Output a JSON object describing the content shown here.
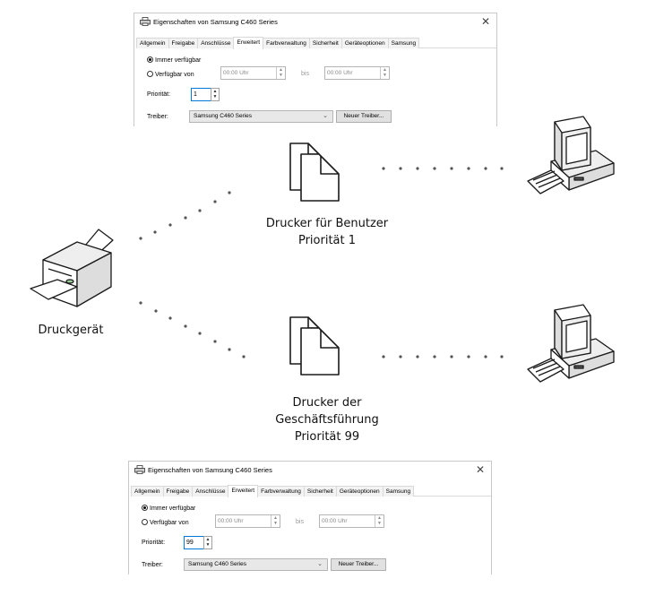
{
  "dialog_top": {
    "title": "Eigenschaften von Samsung C460 Series",
    "tabs": [
      "Allgemein",
      "Freigabe",
      "Anschlüsse",
      "Erweitert",
      "Farbverwaltung",
      "Sicherheit",
      "Geräteoptionen",
      "Samsung"
    ],
    "active_tab": "Erweitert",
    "always_label": "Immer verfügbar",
    "from_label": "Verfügbar von",
    "time_from": "00:00 Uhr",
    "bis": "bis",
    "time_to": "00:00 Uhr",
    "priority_label": "Priorität:",
    "priority_value": "1",
    "driver_label": "Treiber:",
    "driver_value": "Samsung C460 Series",
    "new_driver_button": "Neuer Treiber..."
  },
  "dialog_bottom": {
    "title": "Eigenschaften von Samsung C460 Series",
    "tabs": [
      "Allgemein",
      "Freigabe",
      "Anschlüsse",
      "Erweitert",
      "Farbverwaltung",
      "Sicherheit",
      "Geräteoptionen",
      "Samsung"
    ],
    "active_tab": "Erweitert",
    "always_label": "Immer verfügbar",
    "from_label": "Verfügbar von",
    "time_from": "00:00 Uhr",
    "bis": "bis",
    "time_to": "00:00 Uhr",
    "priority_label": "Priorität:",
    "priority_value": "99",
    "driver_label": "Treiber:",
    "driver_value": "Samsung C460 Series",
    "new_driver_button": "Neuer Treiber..."
  },
  "device_label": "Druckgerät",
  "printer_top": {
    "line1": "Drucker für Benutzer",
    "line2": "Priorität 1"
  },
  "printer_bottom": {
    "line1": "Drucker der",
    "line2": "Geschäftsführung",
    "line3": "Priorität 99"
  },
  "icons": {
    "device": "printer-device-icon",
    "logical_printer": "documents-icon",
    "client": "computer-icon",
    "close": "close-icon",
    "title": "printer-icon"
  },
  "colors": {
    "focus": "#0078d7",
    "dots": "#555555",
    "icon_stroke": "#1a1a1a"
  }
}
